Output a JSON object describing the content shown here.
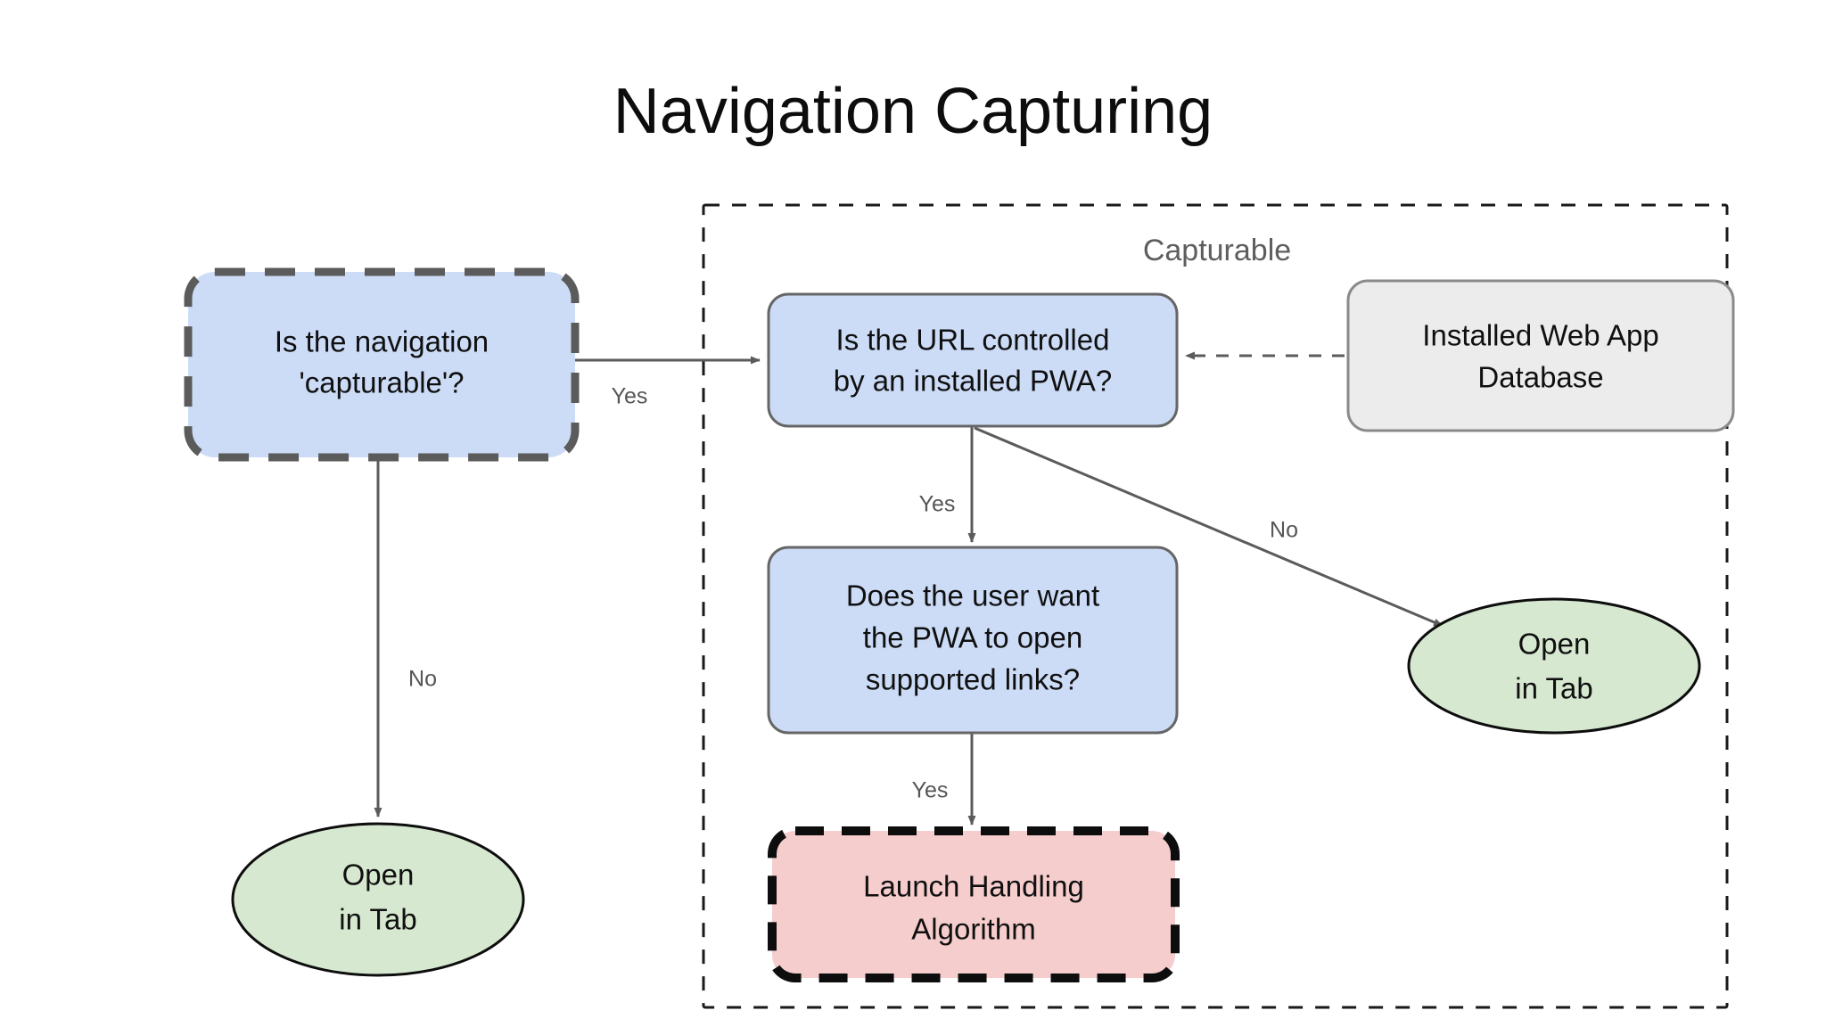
{
  "title": "Navigation Capturing",
  "groups": [
    {
      "id": "capturable",
      "label": "Capturable"
    }
  ],
  "nodes": [
    {
      "id": "is-navigation-capturable",
      "shape": "rounded-rect",
      "style": "dashed-gray",
      "fill": "#ccdcf7",
      "stroke": "#5b5b5b",
      "lines": [
        "Is the navigation",
        "'capturable'?"
      ]
    },
    {
      "id": "is-url-controlled-by-pwa",
      "shape": "rounded-rect",
      "style": "solid",
      "fill": "#ccdcf7",
      "stroke": "#666666",
      "lines": [
        "Is the URL controlled",
        "by an installed PWA?"
      ]
    },
    {
      "id": "installed-web-app-database",
      "shape": "rounded-rect",
      "style": "solid",
      "fill": "#ececec",
      "stroke": "#8a8a8a",
      "lines": [
        "Installed Web App",
        "Database"
      ]
    },
    {
      "id": "does-user-want-pwa-open-links",
      "shape": "rounded-rect",
      "style": "solid",
      "fill": "#ccdcf7",
      "stroke": "#666666",
      "lines": [
        "Does the user want",
        "the PWA to open",
        "supported links?"
      ]
    },
    {
      "id": "launch-handling-algorithm",
      "shape": "rounded-rect",
      "style": "dashed-black",
      "fill": "#f6cdcd",
      "stroke": "#0d0d0d",
      "lines": [
        "Launch Handling",
        "Algorithm"
      ]
    },
    {
      "id": "open-in-tab-left",
      "shape": "ellipse",
      "style": "solid",
      "fill": "#d6e8cf",
      "stroke": "#0d0d0d",
      "lines": [
        "Open",
        "in Tab"
      ]
    },
    {
      "id": "open-in-tab-right",
      "shape": "ellipse",
      "style": "solid",
      "fill": "#d6e8cf",
      "stroke": "#0d0d0d",
      "lines": [
        "Open",
        "in Tab"
      ]
    }
  ],
  "edges": [
    {
      "id": "capturable-yes",
      "from": "is-navigation-capturable",
      "to": "is-url-controlled-by-pwa",
      "label": "Yes",
      "style": "solid"
    },
    {
      "id": "capturable-no",
      "from": "is-navigation-capturable",
      "to": "open-in-tab-left",
      "label": "No",
      "style": "solid"
    },
    {
      "id": "url-controlled-yes",
      "from": "is-url-controlled-by-pwa",
      "to": "does-user-want-pwa-open-links",
      "label": "Yes",
      "style": "solid"
    },
    {
      "id": "url-controlled-no",
      "from": "is-url-controlled-by-pwa",
      "to": "open-in-tab-right",
      "label": "No",
      "style": "solid"
    },
    {
      "id": "user-want-yes",
      "from": "does-user-want-pwa-open-links",
      "to": "launch-handling-algorithm",
      "label": "Yes",
      "style": "solid"
    },
    {
      "id": "database-lookup",
      "from": "installed-web-app-database",
      "to": "is-url-controlled-by-pwa",
      "label": "",
      "style": "dashed"
    }
  ],
  "colors": {
    "blue_fill": "#ccdcf7",
    "green_fill": "#d6e8cf",
    "pink_fill": "#f6cdcd",
    "gray_fill": "#ececec",
    "edge_stroke": "#5b5b5b",
    "group_stroke": "#1a1a1a",
    "text": "#101010"
  }
}
